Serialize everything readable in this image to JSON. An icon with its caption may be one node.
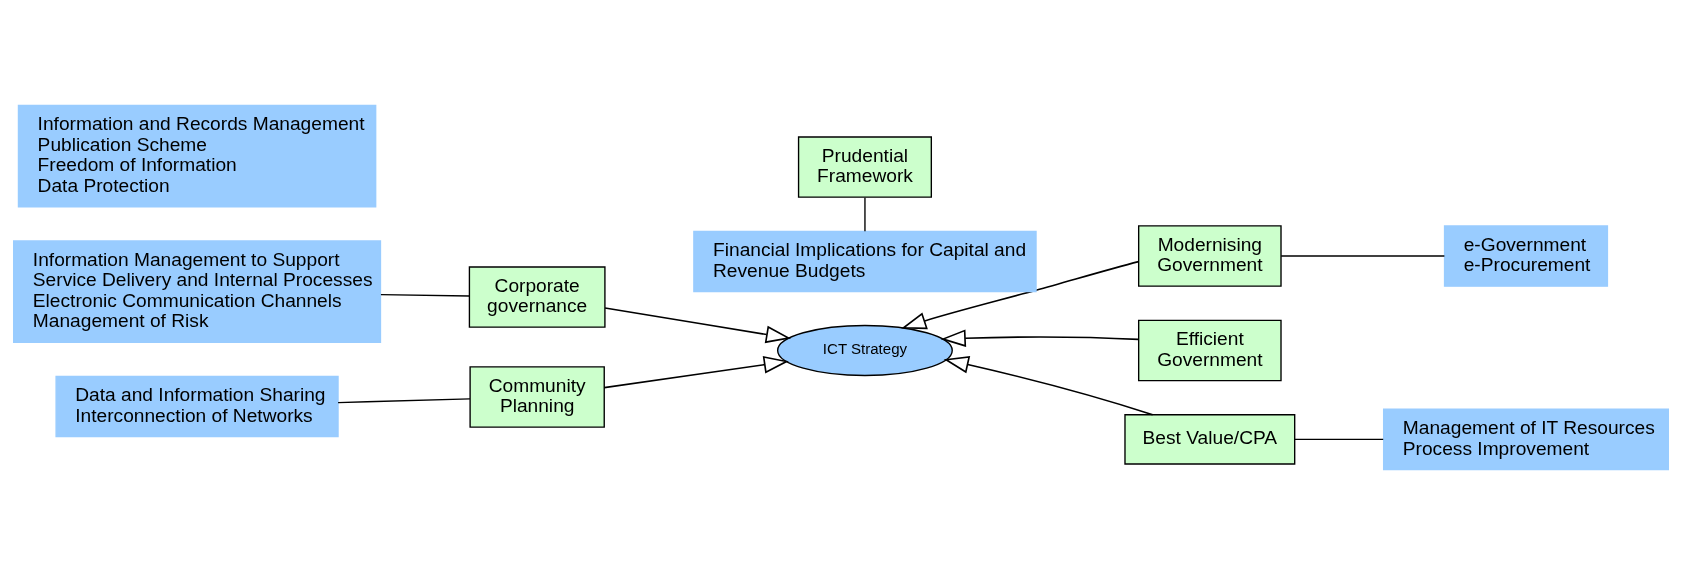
{
  "diagram": {
    "nodes": [
      {
        "text": [
          "Community Planning"
        ]
      },
      {
        "text": [
          "Modernising Government"
        ]
      },
      {
        "text": [
          "ICT Strategy"
        ]
      },
      {
        "text": [
          "Efficient Government"
        ]
      },
      {
        "text": [
          "Corporate governance"
        ]
      },
      {
        "text": [
          "Best Value/CPA"
        ]
      },
      {
        "text": [
          "Prudential Framework"
        ]
      },
      {
        "text": [
          "Data and Information Sharing",
          "Interconnection of Networks"
        ]
      },
      {
        "text": [
          "e-Government",
          "e-Procurement"
        ]
      },
      {
        "text": [
          "Information and Records Management",
          "Publication Scheme",
          "Freedom of Information",
          "Data Protection"
        ]
      },
      {
        "text": [
          "Information Management to Support Service Delivery and Internal Processes",
          "Electronic Communication Channels",
          "Management of Risk"
        ]
      },
      {
        "text": [
          "Management of IT Resources",
          "Process Improvement"
        ]
      },
      {
        "text": [
          "Financial Implications for Capital and Revenue Budgets"
        ]
      }
    ],
    "edges": [
      {
        "from": 0,
        "to": 2,
        "arrow": "to"
      },
      {
        "from": 1,
        "to": 2,
        "arrow": "to"
      },
      {
        "from": 3,
        "to": 2,
        "arrow": "to"
      },
      {
        "from": 4,
        "to": 2,
        "arrow": "to"
      },
      {
        "from": 5,
        "to": 2,
        "arrow": "to"
      },
      {
        "from": 7,
        "to": 0,
        "arrow": "none"
      },
      {
        "from": 1,
        "to": 8,
        "arrow": "none"
      },
      {
        "from": 10,
        "to": 4,
        "arrow": "none"
      },
      {
        "from": 5,
        "to": 11,
        "arrow": "none"
      },
      {
        "from": 6,
        "to": 12,
        "arrow": "none"
      }
    ]
  }
}
